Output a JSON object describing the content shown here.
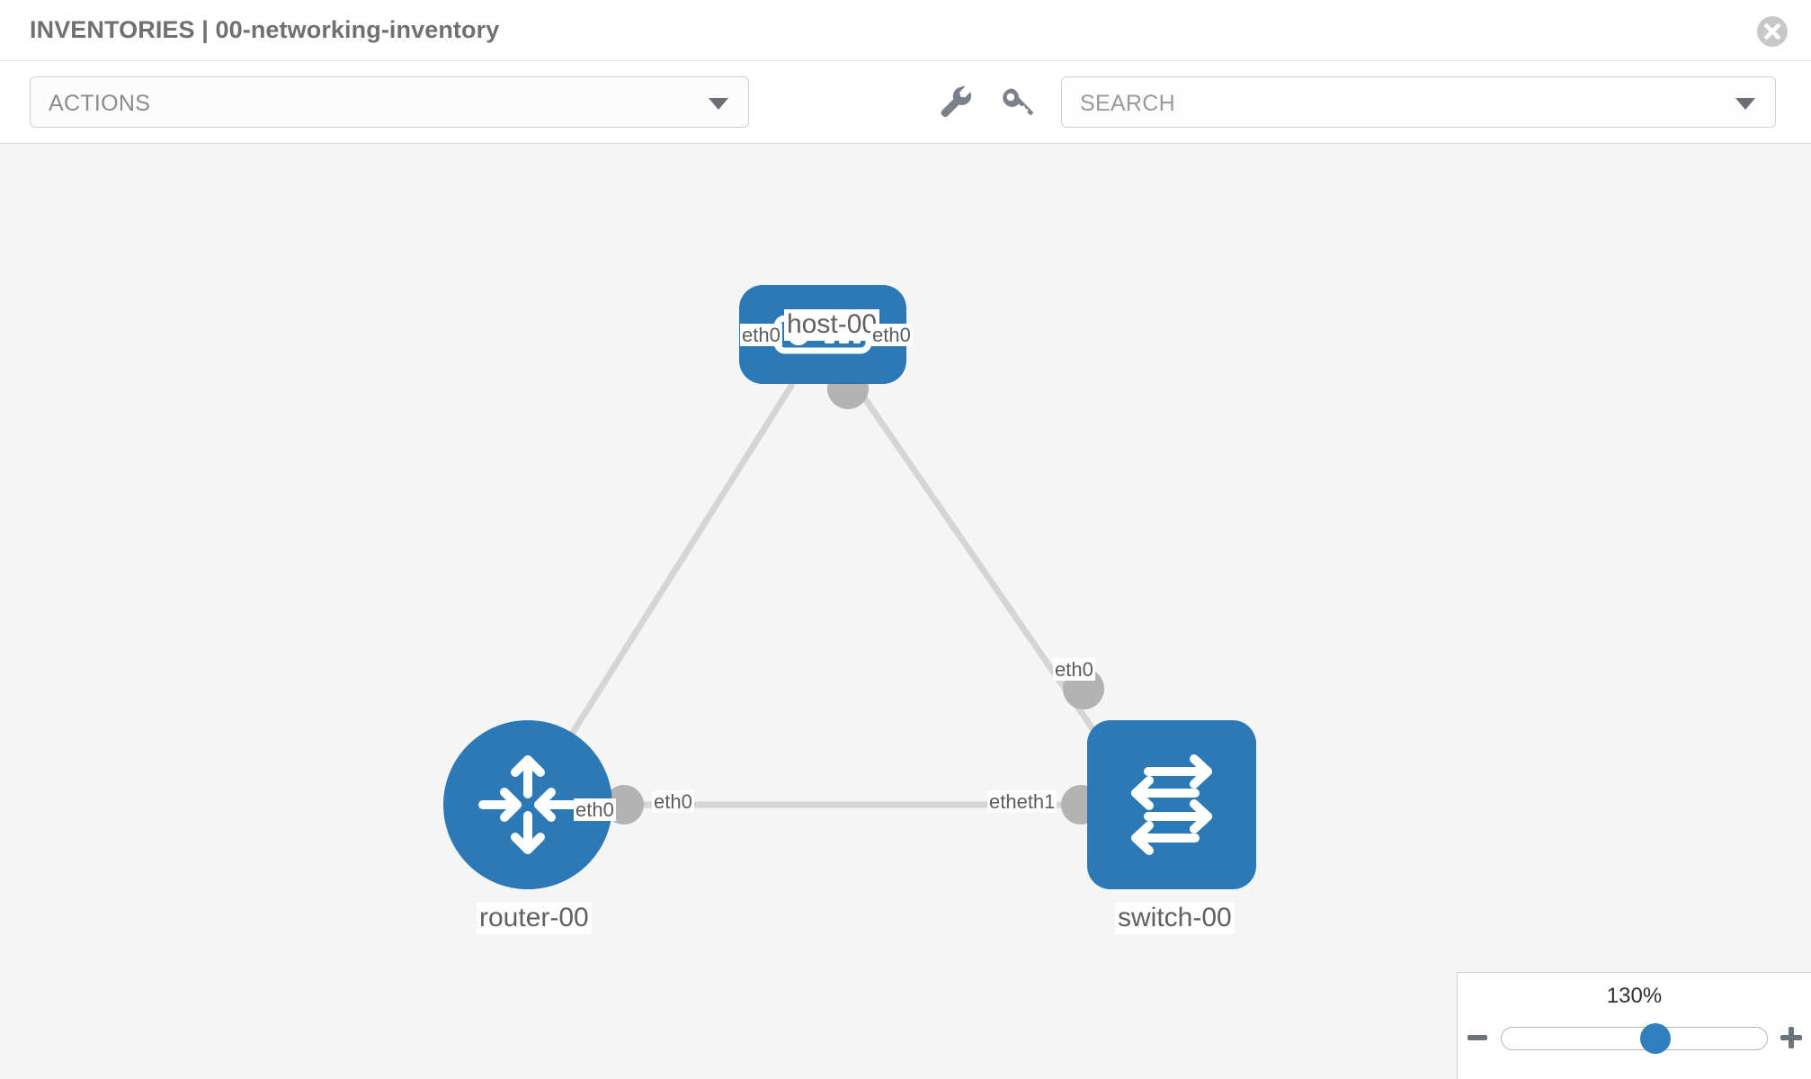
{
  "header": {
    "title": "INVENTORIES | 00-networking-inventory",
    "close_icon": "close-circle-icon"
  },
  "toolbar": {
    "actions_label": "ACTIONS",
    "actions_caret_icon": "chevron-down-icon",
    "wrench_icon": "wrench-icon",
    "key_icon": "key-icon",
    "search_placeholder": "SEARCH",
    "search_value": "",
    "search_caret_icon": "chevron-down-icon"
  },
  "topology": {
    "nodes": [
      {
        "id": "host-00",
        "label": "host-00",
        "type": "host",
        "icon": "server-appliance-icon",
        "color": "#2c79b8"
      },
      {
        "id": "router-00",
        "label": "router-00",
        "type": "router",
        "icon": "router-four-arrows-icon",
        "color": "#2c79b8"
      },
      {
        "id": "switch-00",
        "label": "switch-00",
        "type": "switch",
        "icon": "switch-arrows-icon",
        "color": "#2c79b8"
      }
    ],
    "interfaces": {
      "host_left": "eth0",
      "host_right": "eth0",
      "router_to_host": "eth0",
      "switch_to_host": "eth0",
      "router_to_switch": "eth0",
      "switch_to_router": "etheth1"
    },
    "links": [
      {
        "from": "router-00",
        "from_if": "eth0",
        "to": "host-00",
        "to_if": "eth0"
      },
      {
        "from": "host-00",
        "from_if": "eth0",
        "to": "switch-00",
        "to_if": "eth0"
      },
      {
        "from": "router-00",
        "from_if": "eth0",
        "to": "switch-00",
        "to_if": "etheth1"
      }
    ],
    "link_color": "#d5d5d5",
    "port_color": "#b3b3b3"
  },
  "zoom_control": {
    "level": "130%",
    "minus_icon": "minus-icon",
    "plus_icon": "plus-icon",
    "handle_position_percent": 58
  }
}
